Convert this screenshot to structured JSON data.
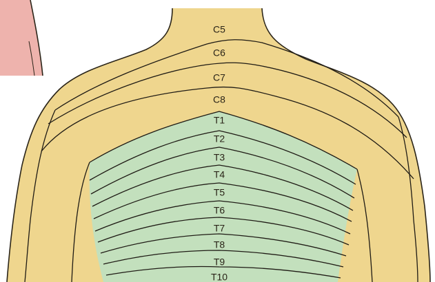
{
  "figure": {
    "segments": [
      {
        "label": "C5",
        "region": "cervical"
      },
      {
        "label": "C6",
        "region": "cervical"
      },
      {
        "label": "C7",
        "region": "cervical"
      },
      {
        "label": "C8",
        "region": "cervical"
      },
      {
        "label": "T1",
        "region": "thoracic"
      },
      {
        "label": "T2",
        "region": "thoracic"
      },
      {
        "label": "T3",
        "region": "thoracic"
      },
      {
        "label": "T4",
        "region": "thoracic"
      },
      {
        "label": "T5",
        "region": "thoracic"
      },
      {
        "label": "T6",
        "region": "thoracic"
      },
      {
        "label": "T7",
        "region": "thoracic"
      },
      {
        "label": "T8",
        "region": "thoracic"
      },
      {
        "label": "T9",
        "region": "thoracic"
      },
      {
        "label": "T10",
        "region": "thoracic"
      }
    ],
    "colors": {
      "cervical_fill": "#efd68e",
      "thoracic_fill": "#c3e0bd",
      "inset_fill": "#eeb3ad",
      "line": "#1e1a14"
    }
  }
}
